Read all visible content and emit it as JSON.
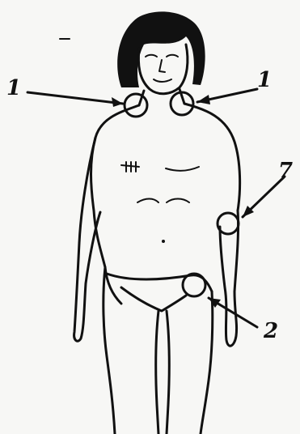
{
  "labels": {
    "neck_left": "1",
    "neck_right": "1",
    "arm": "7",
    "groin": "2"
  }
}
